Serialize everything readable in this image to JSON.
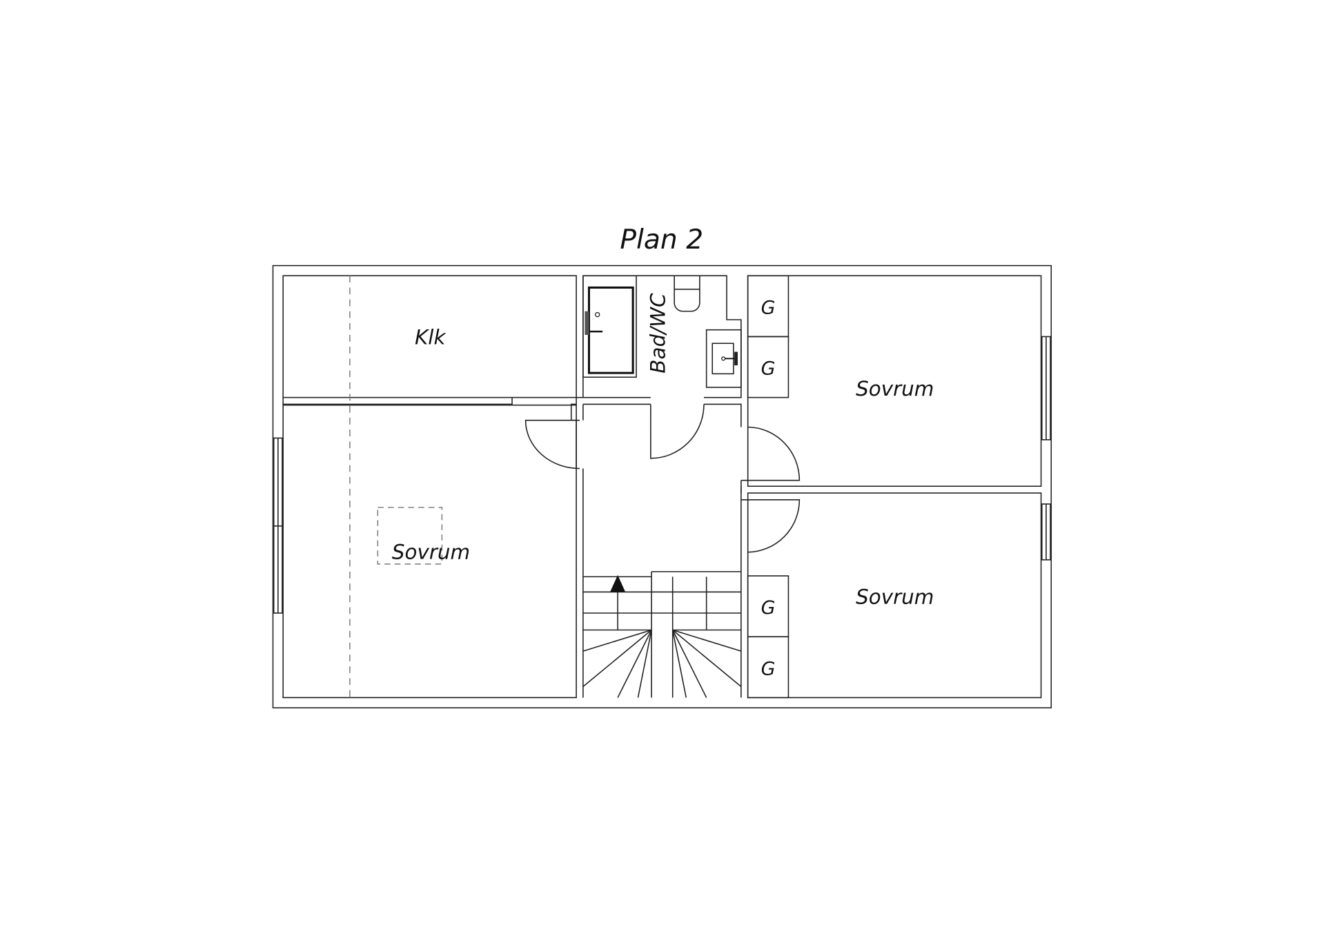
{
  "title": "Plan 2",
  "rooms": {
    "klk": "Klk",
    "bad": "Bad/WC",
    "sovrum_left": "Sovrum",
    "sovrum_top_right": "Sovrum",
    "sovrum_bottom_right": "Sovrum"
  },
  "closets": [
    "G",
    "G",
    "G",
    "G"
  ],
  "colors": {
    "line": "#222222",
    "background": "#ffffff"
  }
}
